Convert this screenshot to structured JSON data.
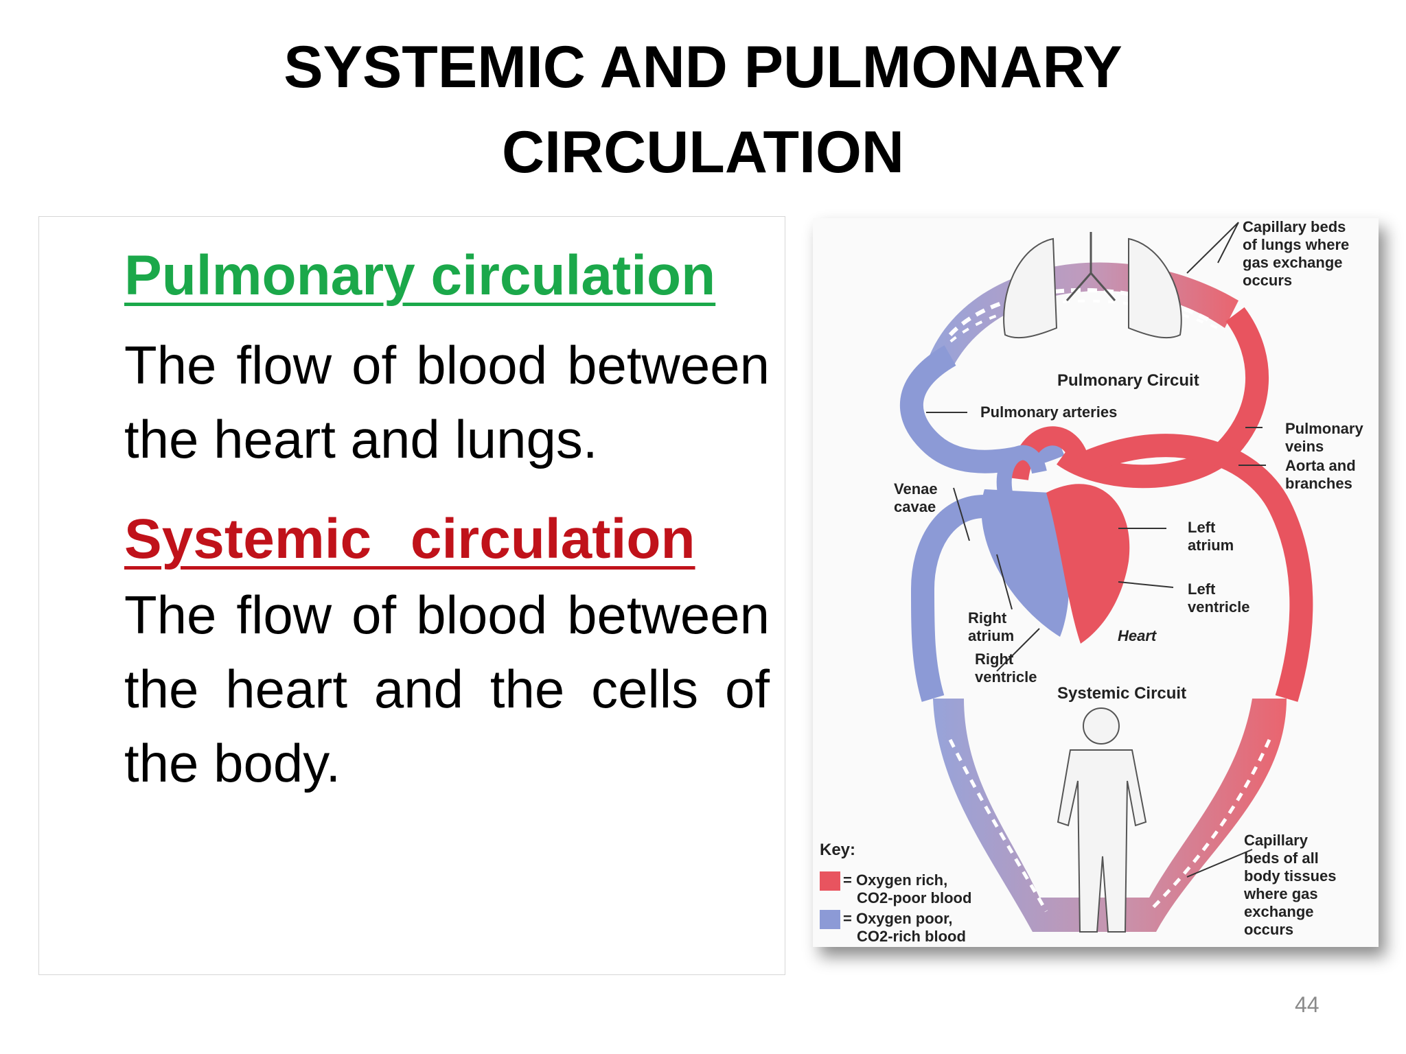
{
  "title": {
    "line1": "SYSTEMIC AND PULMONARY",
    "line2": "CIRCULATION"
  },
  "pulmonary": {
    "heading": "Pulmonary circulation",
    "text": "The flow of blood between the heart and lungs."
  },
  "systemic": {
    "heading": "Systemic circulation",
    "text": "The flow of blood between the heart and the cells of the body."
  },
  "diagram": {
    "labels": {
      "cap_lungs": [
        "Capillary beds",
        "of lungs where",
        "gas exchange",
        "occurs"
      ],
      "pulmonary_circuit": "Pulmonary Circuit",
      "pulmonary_arteries": "Pulmonary arteries",
      "pulmonary_veins": [
        "Pulmonary",
        "veins"
      ],
      "aorta": [
        "Aorta and",
        "branches"
      ],
      "venae_cavae": [
        "Venae",
        "cavae"
      ],
      "left_atrium": [
        "Left",
        "atrium"
      ],
      "left_ventricle": [
        "Left",
        "ventricle"
      ],
      "right_atrium": [
        "Right",
        "atrium"
      ],
      "right_ventricle": [
        "Right",
        "ventricle"
      ],
      "heart": "Heart",
      "systemic_circuit": "Systemic Circuit",
      "cap_body": [
        "Capillary",
        "beds of all",
        "body tissues",
        "where gas",
        "exchange",
        "occurs"
      ]
    },
    "key": {
      "title": "Key:",
      "oxygen_rich": [
        "= Oxygen rich,",
        "CO2-poor blood"
      ],
      "oxygen_poor": [
        "= Oxygen poor,",
        "CO2-rich blood"
      ]
    },
    "colors": {
      "oxygen_rich": "#e8545f",
      "oxygen_poor": "#8c9ad6"
    }
  },
  "page_number": "44"
}
